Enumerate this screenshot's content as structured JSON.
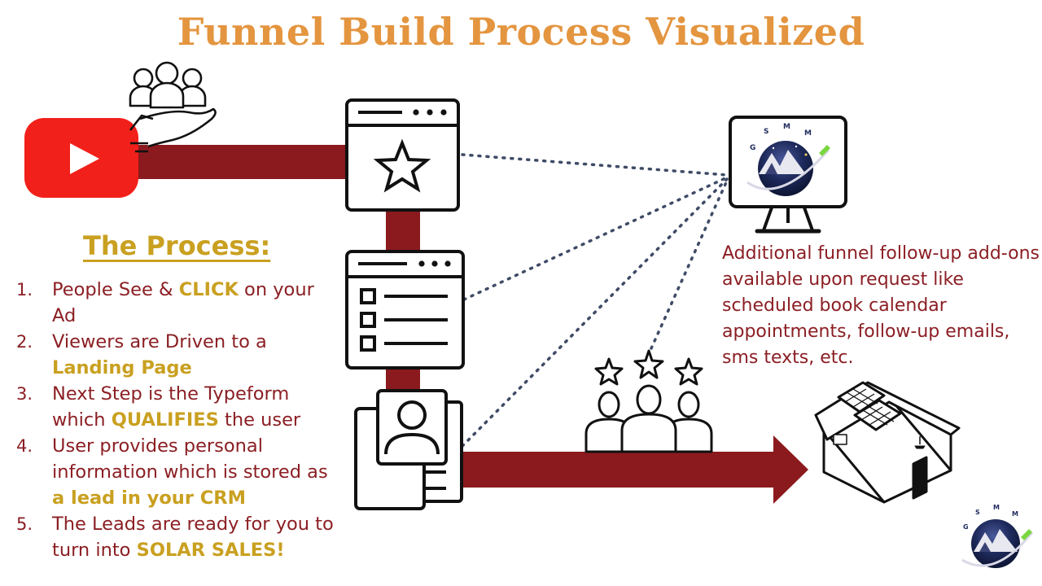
{
  "title": "Funnel Build Process Visualized",
  "process": {
    "heading": "The Process:",
    "steps": [
      {
        "num": "1.",
        "parts": [
          {
            "t": "People See & "
          },
          {
            "t": "CLICK",
            "hl": true
          },
          {
            "t": " on your Ad"
          }
        ]
      },
      {
        "num": "2.",
        "parts": [
          {
            "t": "Viewers are Driven to a "
          },
          {
            "t": "Landing Page",
            "hl": true
          }
        ]
      },
      {
        "num": "3.",
        "parts": [
          {
            "t": "Next Step is the Typeform which "
          },
          {
            "t": "QUALIFIES",
            "hl": true
          },
          {
            "t": " the user"
          }
        ]
      },
      {
        "num": "4.",
        "parts": [
          {
            "t": "User provides personal information which is stored as "
          },
          {
            "t": "a lead in your CRM",
            "hl": true
          }
        ]
      },
      {
        "num": "5.",
        "parts": [
          {
            "t": "The Leads are ready for you to turn into "
          },
          {
            "t": "SOLAR SALES!",
            "hl": true
          }
        ]
      }
    ]
  },
  "addons_text": "Additional funnel follow-up add-ons available upon request like scheduled book calendar appointments, follow-up emails, sms texts, etc.",
  "logo_letters": "GSMM",
  "colors": {
    "title": "#e4953f",
    "highlight": "#c9a020",
    "body_text": "#8b1f24",
    "flow_bar": "#8b1a1e",
    "dotted_line": "#3f4b66",
    "youtube": "#f2201a"
  },
  "icons": [
    "youtube-icon",
    "audience-hand-icon",
    "landing-page-icon",
    "typeform-icon",
    "crm-contact-icon",
    "monitor-logo-icon",
    "rated-people-icon",
    "solar-house-icon",
    "brand-logo-icon"
  ]
}
